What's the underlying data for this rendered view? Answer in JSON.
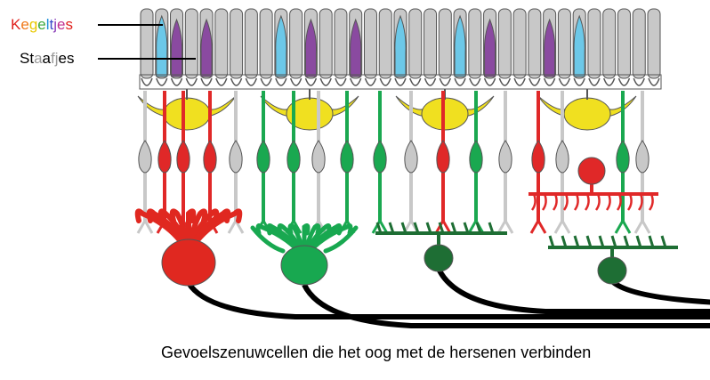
{
  "labels": {
    "kegeltjes": {
      "text": "Kegeltjes",
      "letter_colors": [
        "#e0201c",
        "#f07818",
        "#e8c800",
        "#3ca83c",
        "#1e90d8",
        "#3a4cc8",
        "#8a3cb8",
        "#c03090",
        "#e0201c"
      ]
    },
    "staafjes": {
      "text": "Staafjes",
      "letter_colors": [
        "#000000",
        "#000000",
        "#999999",
        "#000000",
        "#999999",
        "#999999",
        "#000000",
        "#000000"
      ]
    }
  },
  "caption": "Gevoelszenuwcellen die het oog met de hersenen verbinden",
  "colors": {
    "rod": "#c8c8c8",
    "cone_blue": "#6cc8e8",
    "cone_purple": "#8a4aa0",
    "horizontal_cell": "#f0e020",
    "bipolar_red": "#e02828",
    "bipolar_green": "#1aa850",
    "bipolar_dark_green": "#1e7a3c",
    "ganglion_red": "#e02820",
    "ganglion_green": "#18a850",
    "ganglion_dark_green": "#1e6e34",
    "outline": "#555555",
    "nerve": "#000000"
  },
  "photoreceptor_pattern": [
    "rod",
    "cone_blue",
    "cone_purple",
    "rod",
    "cone_purple",
    "rod",
    "rod",
    "rod",
    "rod",
    "cone_blue",
    "rod",
    "cone_purple",
    "rod",
    "rod",
    "cone_purple",
    "rod",
    "rod",
    "cone_blue",
    "rod",
    "rod",
    "rod",
    "cone_blue",
    "rod",
    "cone_purple",
    "rod",
    "rod",
    "rod",
    "cone_purple",
    "rod",
    "cone_blue",
    "rod",
    "rod",
    "rod",
    "rod",
    "rod"
  ]
}
